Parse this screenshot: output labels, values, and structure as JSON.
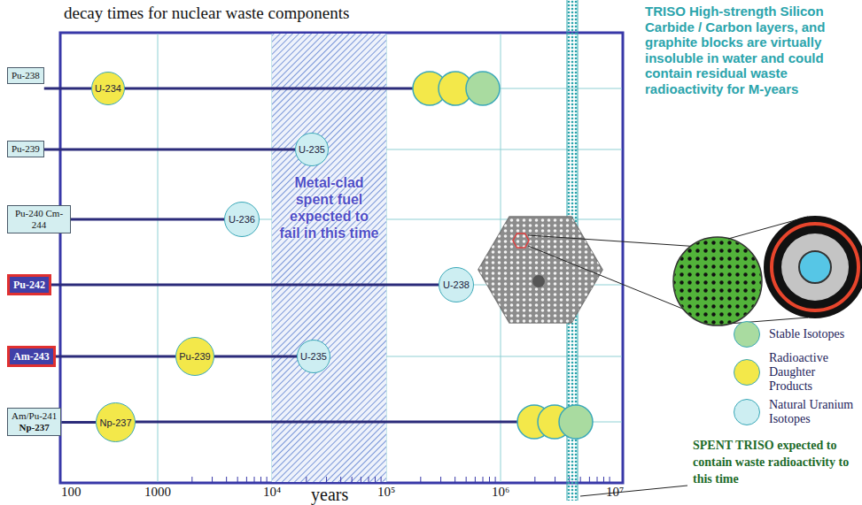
{
  "diagram": {
    "title": "decay times for nuclear waste components",
    "nodes": [
      {
        "text": [
          "Pu-238"
        ]
      },
      {
        "text": [
          "U-234"
        ]
      },
      {
        "text": [
          "Pu-239"
        ]
      },
      {
        "text": [
          "U-235"
        ]
      },
      {
        "text": [
          "Metal-clad spent fuel expected to fail in this time"
        ]
      },
      {
        "text": [
          "Pu-240 Cm-244"
        ]
      },
      {
        "text": [
          "U-236"
        ]
      },
      {
        "text": [
          "Pu-242"
        ]
      },
      {
        "text": [
          "U-238"
        ]
      },
      {
        "text": [
          "Am-243"
        ]
      },
      {
        "text": [
          "Pu-239"
        ]
      },
      {
        "text": [
          "U-235"
        ]
      },
      {
        "text": [
          "Am/Pu-241",
          "Np-237"
        ]
      },
      {
        "text": [
          "Np-237"
        ]
      }
    ],
    "edges": [
      {
        "from": 0,
        "to": 1,
        "arrow": "none"
      },
      {
        "from": 2,
        "to": 3,
        "arrow": "none"
      },
      {
        "from": 5,
        "to": 6,
        "arrow": "none"
      },
      {
        "from": 7,
        "to": 8,
        "arrow": "none"
      },
      {
        "from": 9,
        "to": 10,
        "arrow": "none"
      },
      {
        "from": 10,
        "to": 11,
        "arrow": "none"
      },
      {
        "from": 12,
        "to": 13,
        "arrow": "none"
      }
    ],
    "labels": [
      "TRISO High-strength Silicon Carbide / Carbon layers, and graphite blocks are virtually insoluble in water and could contain residual waste radioactivity for M-years",
      "100",
      "1000",
      "10⁴",
      "10⁵",
      "10⁶",
      "10⁷",
      "years",
      "SPENT TRISO expected to contain waste radioactivity to this time"
    ],
    "legend": [
      {
        "text": "Stable Isotopes",
        "color": "#a9dba0"
      },
      {
        "text": "Radioactive Daughter Products",
        "color": "#f3e84a"
      },
      {
        "text": "Natural Uranium Isotopes",
        "color": "#cdeef2"
      }
    ]
  }
}
